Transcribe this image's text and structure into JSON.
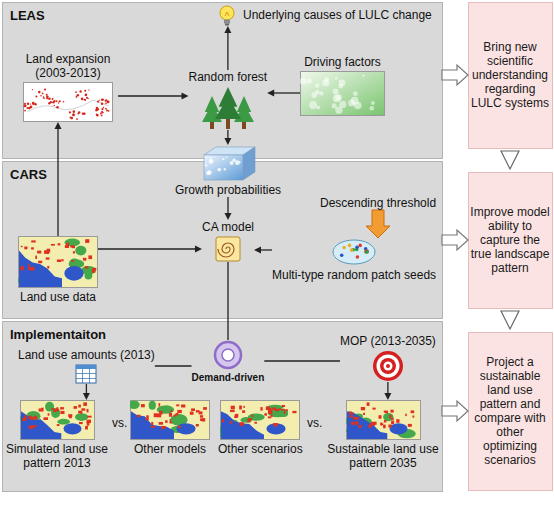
{
  "diagram": {
    "nodes": [
      {
        "text": [
          "LEAS"
        ]
      },
      {
        "text": [
          "Underlying causes of LULC change"
        ],
        "in": 0
      },
      {
        "text": [
          "Land expansion (2003-2013)"
        ],
        "in": 0
      },
      {
        "text": [
          "Random forest"
        ],
        "in": 0
      },
      {
        "text": [
          "Driving factors"
        ],
        "in": 0
      },
      {
        "text": [
          "Bring new scientific understanding regarding LULC systems"
        ]
      },
      {
        "text": [
          "CARS"
        ]
      },
      {
        "text": [
          "Growth probabilities"
        ],
        "in": 6
      },
      {
        "text": [
          "Descending threshold"
        ],
        "in": 6
      },
      {
        "text": [
          "CA model"
        ],
        "in": 6
      },
      {
        "text": [
          "Land use data"
        ],
        "in": 6
      },
      {
        "text": [
          "Multi-type random patch seeds"
        ],
        "in": 6
      },
      {
        "text": [
          "Improve model ability to capture the true landscape pattern"
        ]
      },
      {
        "text": [
          "Implementaiton"
        ]
      },
      {
        "text": [
          "Land use amounts (2013)"
        ],
        "in": 13
      },
      {
        "text": [
          "Demand-driven"
        ],
        "in": 13
      },
      {
        "text": [
          "MOP (2013-2035)"
        ],
        "in": 13
      },
      {
        "text": [
          "Simulated land use pattern 2013"
        ],
        "in": 13
      },
      {
        "text": [
          "Other models"
        ],
        "in": 13
      },
      {
        "text": [
          "Other scenarios"
        ],
        "in": 13
      },
      {
        "text": [
          "Sustainable land use pattern 2035"
        ],
        "in": 13
      },
      {
        "text": [
          "Project a sustainable land use pattern and compare with other optimizing scenarios"
        ]
      }
    ],
    "edges": [
      {
        "from": 2,
        "to": 3,
        "arrow": "to"
      },
      {
        "from": 4,
        "to": 3,
        "arrow": "to"
      },
      {
        "from": 3,
        "to": 1,
        "arrow": "to"
      },
      {
        "from": 3,
        "to": 7,
        "arrow": "to"
      },
      {
        "from": 10,
        "to": 2,
        "arrow": "to"
      },
      {
        "from": 7,
        "to": 9,
        "arrow": "to"
      },
      {
        "from": 10,
        "to": 9,
        "arrow": "to"
      },
      {
        "from": 11,
        "to": 9,
        "arrow": "to"
      },
      {
        "from": 8,
        "to": 11,
        "arrow": "to"
      },
      {
        "from": 9,
        "to": 15,
        "arrow": "none"
      },
      {
        "from": 14,
        "to": 15,
        "arrow": "none"
      },
      {
        "from": 15,
        "to": 16,
        "arrow": "none"
      },
      {
        "from": 14,
        "to": 17,
        "arrow": "to"
      },
      {
        "from": 16,
        "to": 20,
        "arrow": "to"
      },
      {
        "from": 0,
        "to": 5,
        "arrow": "to"
      },
      {
        "from": 6,
        "to": 12,
        "arrow": "to"
      },
      {
        "from": 13,
        "to": 21,
        "arrow": "to"
      },
      {
        "from": 5,
        "to": 12,
        "arrow": "to"
      },
      {
        "from": 12,
        "to": 21,
        "arrow": "to"
      }
    ],
    "labels": [
      "vs.",
      "vs."
    ]
  }
}
